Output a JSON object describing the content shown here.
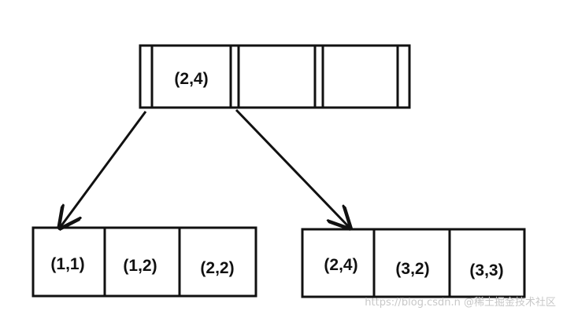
{
  "diagram": {
    "root": {
      "cells": [
        "(2,4)",
        "",
        ""
      ]
    },
    "left_child": {
      "cells": [
        "(1,1)",
        "(1,2)",
        "(2,2)"
      ]
    },
    "right_child": {
      "cells": [
        "(2,4)",
        "(3,2)",
        "(3,3)"
      ]
    },
    "watermark": "https://blog.csdn.n  @稀土掘金技术社区"
  }
}
